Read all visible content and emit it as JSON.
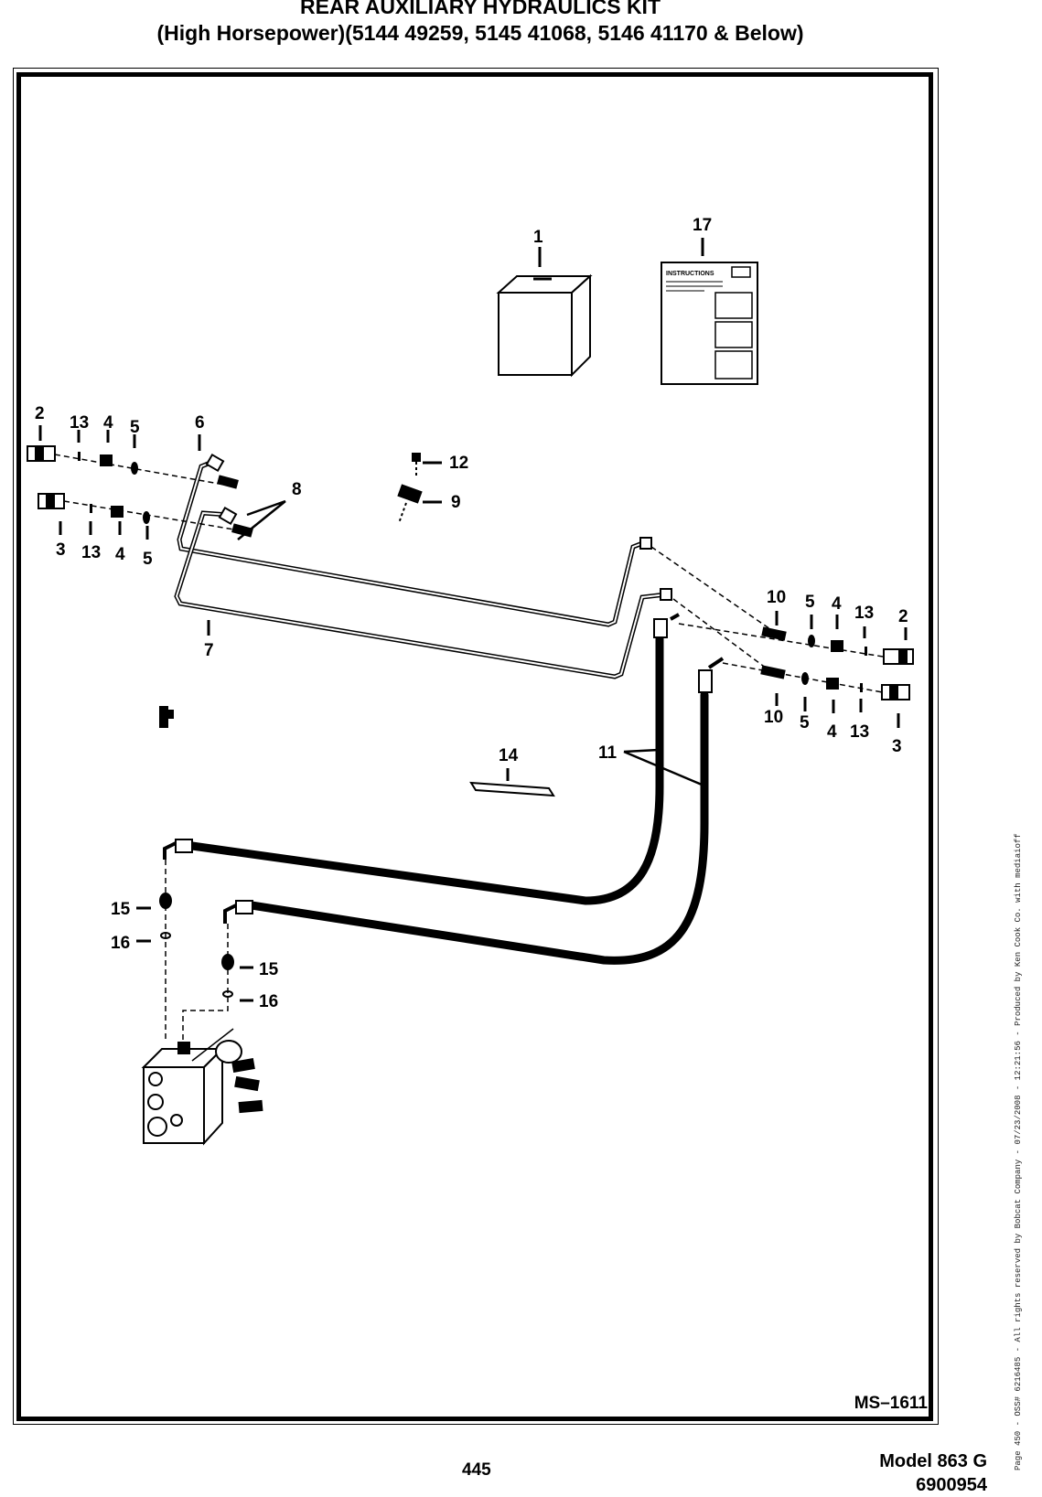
{
  "header": {
    "title_line1": "REAR AUXILIARY HYDRAULICS KIT",
    "title_line2": "(High Horsepower)(5144 49259, 5145 41068, 5146 41170 & Below)"
  },
  "diagram": {
    "reference": "MS–1611",
    "instructions_label": "INSTRUCTIONS",
    "callouts": {
      "c1": "1",
      "c17": "17",
      "c2a": "2",
      "c13a": "13",
      "c4a": "4",
      "c5a": "5",
      "c6": "6",
      "c8": "8",
      "c12": "12",
      "c9": "9",
      "c3a": "3",
      "c13b": "13",
      "c4b": "4",
      "c5b": "5",
      "c7": "7",
      "c10a": "10",
      "c5c": "5",
      "c4c": "4",
      "c13c": "13",
      "c2b": "2",
      "c10b": "10",
      "c5d": "5",
      "c4d": "4",
      "c13d": "13",
      "c3b": "3",
      "c14": "14",
      "c11": "11",
      "c15a": "15",
      "c16a": "16",
      "c15b": "15",
      "c16b": "16"
    }
  },
  "footer": {
    "page_number": "445",
    "model": "Model 863 G",
    "part_number": "6900954",
    "side_note": "Page 450 - OSS# 6216485 - All rights reserved by Bobcat Company - 07/23/2008 - 12:21:56 - Produced by Ken Cook Co. with mediaioff"
  }
}
